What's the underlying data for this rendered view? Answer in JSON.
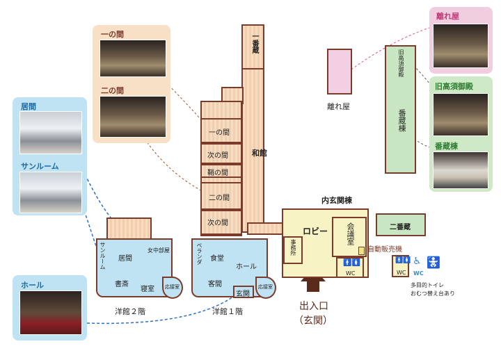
{
  "panels": {
    "ima": {
      "label": "居間"
    },
    "sunroom": {
      "label": "サンルーム"
    },
    "hall": {
      "label": "ホール"
    },
    "ichinoma": {
      "label": "一の間"
    },
    "ninoma": {
      "label": "二の間"
    },
    "hanareya": {
      "label": "離れ屋"
    },
    "kyu_takasu": {
      "label": "旧高須御殿"
    },
    "banzoto": {
      "label": "番蔵棟"
    }
  },
  "wakan": {
    "name": "和館",
    "rooms": [
      "一番蔵",
      "一の間",
      "次の間",
      "鞘の間",
      "二の間",
      "次の間"
    ]
  },
  "hanareya_building": {
    "name": "離れ屋"
  },
  "banzo_building": {
    "rooms": [
      "旧高須御殿",
      "番蔵棟"
    ]
  },
  "uchigenkan": {
    "name": "内玄関棟",
    "rooms": [
      "ロビー",
      "会議室",
      "事務所",
      "WC"
    ]
  },
  "nibanzo": {
    "name": "二番蔵"
  },
  "vending": {
    "label": "自動販売機"
  },
  "restroom": {
    "wc": "WC",
    "accessible_wc": "WC",
    "note1": "多目的トイレ",
    "note2": "おむつ替え台あり"
  },
  "yokan2": {
    "name": "洋館２階",
    "rooms": [
      "サンルーム",
      "居間",
      "女中部屋",
      "書斎",
      "寝室",
      "応接室"
    ]
  },
  "yokan1": {
    "name": "洋館１階",
    "rooms": [
      "ベランダ",
      "食堂",
      "ホール",
      "客間",
      "玄関",
      "応接室"
    ]
  },
  "entrance": {
    "line1": "出入口",
    "line2": "（玄関）"
  },
  "colors": {
    "arrow": "#5a2a1a",
    "blue_panel": "#bfe3f2",
    "peach_panel": "#f7e0c6",
    "pink_panel": "#f1cde0",
    "green_panel": "#cde9c6",
    "wall": "#7a3b2a"
  }
}
